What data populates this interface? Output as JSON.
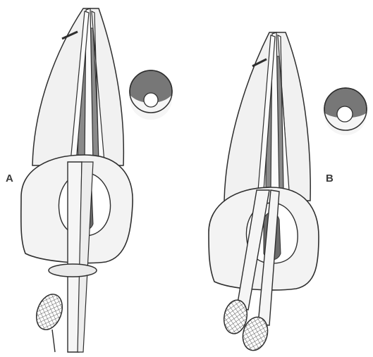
{
  "panels": [
    {
      "id": "A",
      "label": "A"
    },
    {
      "id": "B",
      "label": "B"
    }
  ],
  "colors": {
    "outline": "#2e2e2e",
    "tooth_fill": "#f1f1f1",
    "canal": "#808080",
    "dark_fill": "#6c6c6c",
    "mesh": "#ffffff",
    "background": "#ffffff"
  }
}
